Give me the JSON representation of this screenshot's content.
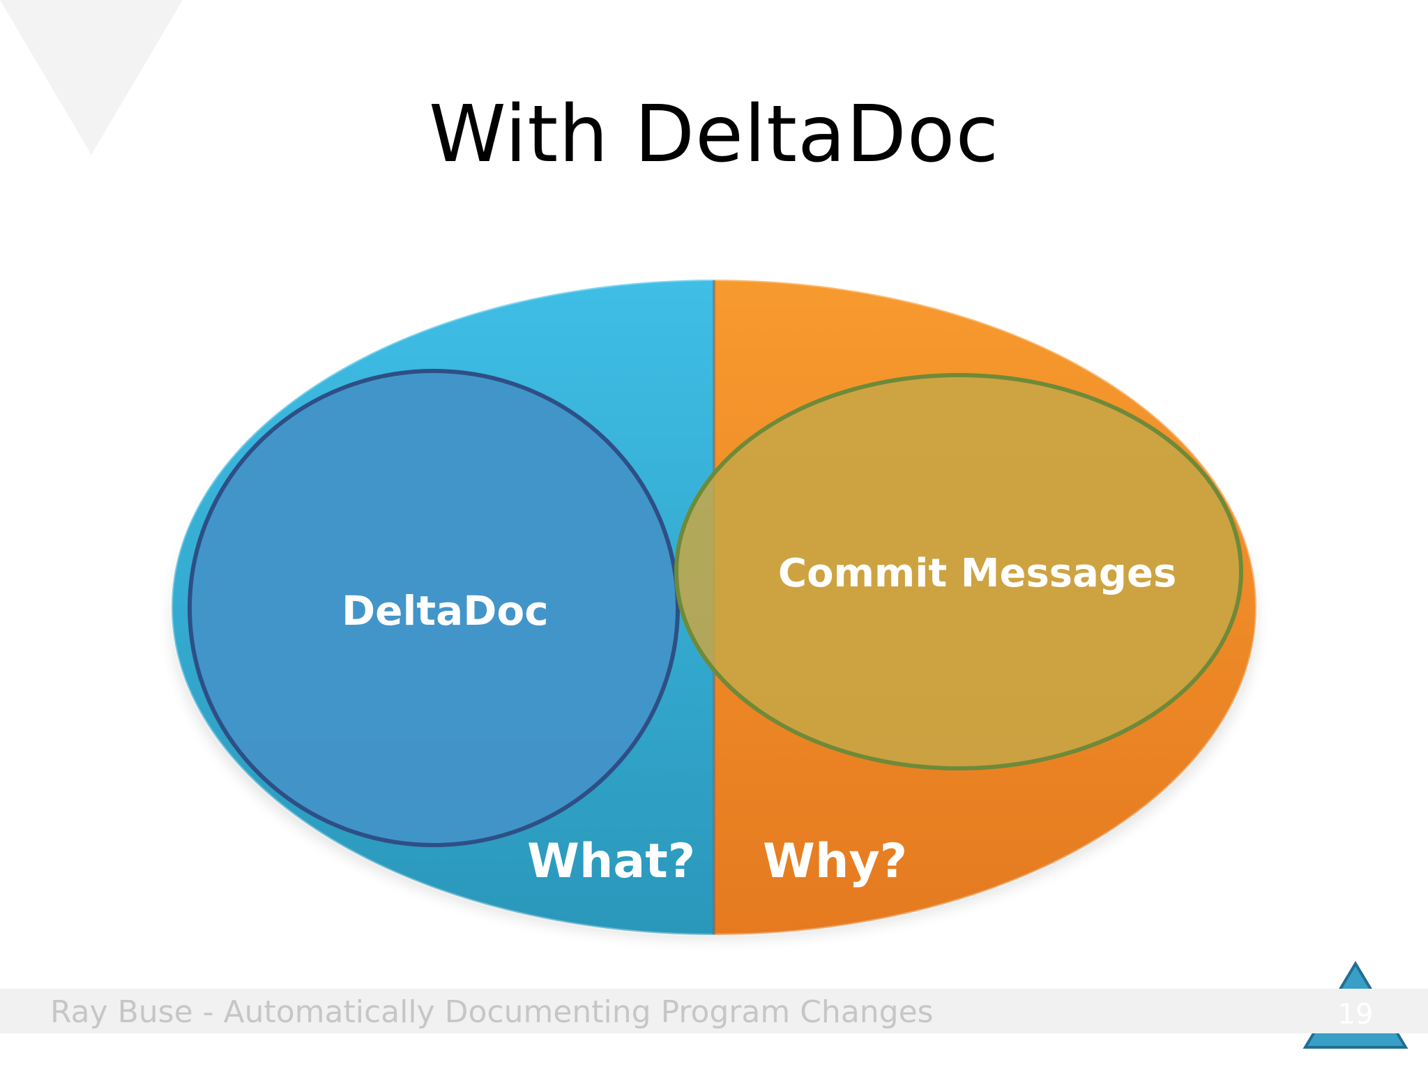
{
  "slide": {
    "title": "With DeltaDoc",
    "footer": "Ray Buse - Automatically Documenting Program Changes",
    "page_number": "19"
  },
  "diagram": {
    "inner_left_label": "DeltaDoc",
    "inner_right_label": "Commit Messages",
    "left_half_label": "What?",
    "right_half_label": "Why?"
  },
  "colors": {
    "left_half": "#3fbee6",
    "left_half_dark": "#2a97ba",
    "right_half": "#f79a2e",
    "right_half_dark": "#e57a20",
    "inner_left_fill": "#4394c8",
    "inner_left_stroke": "#2e4f86",
    "inner_right_fill": "#c7a646",
    "inner_right_stroke": "#6e8a39",
    "page_marker": "#3a9fc6"
  }
}
